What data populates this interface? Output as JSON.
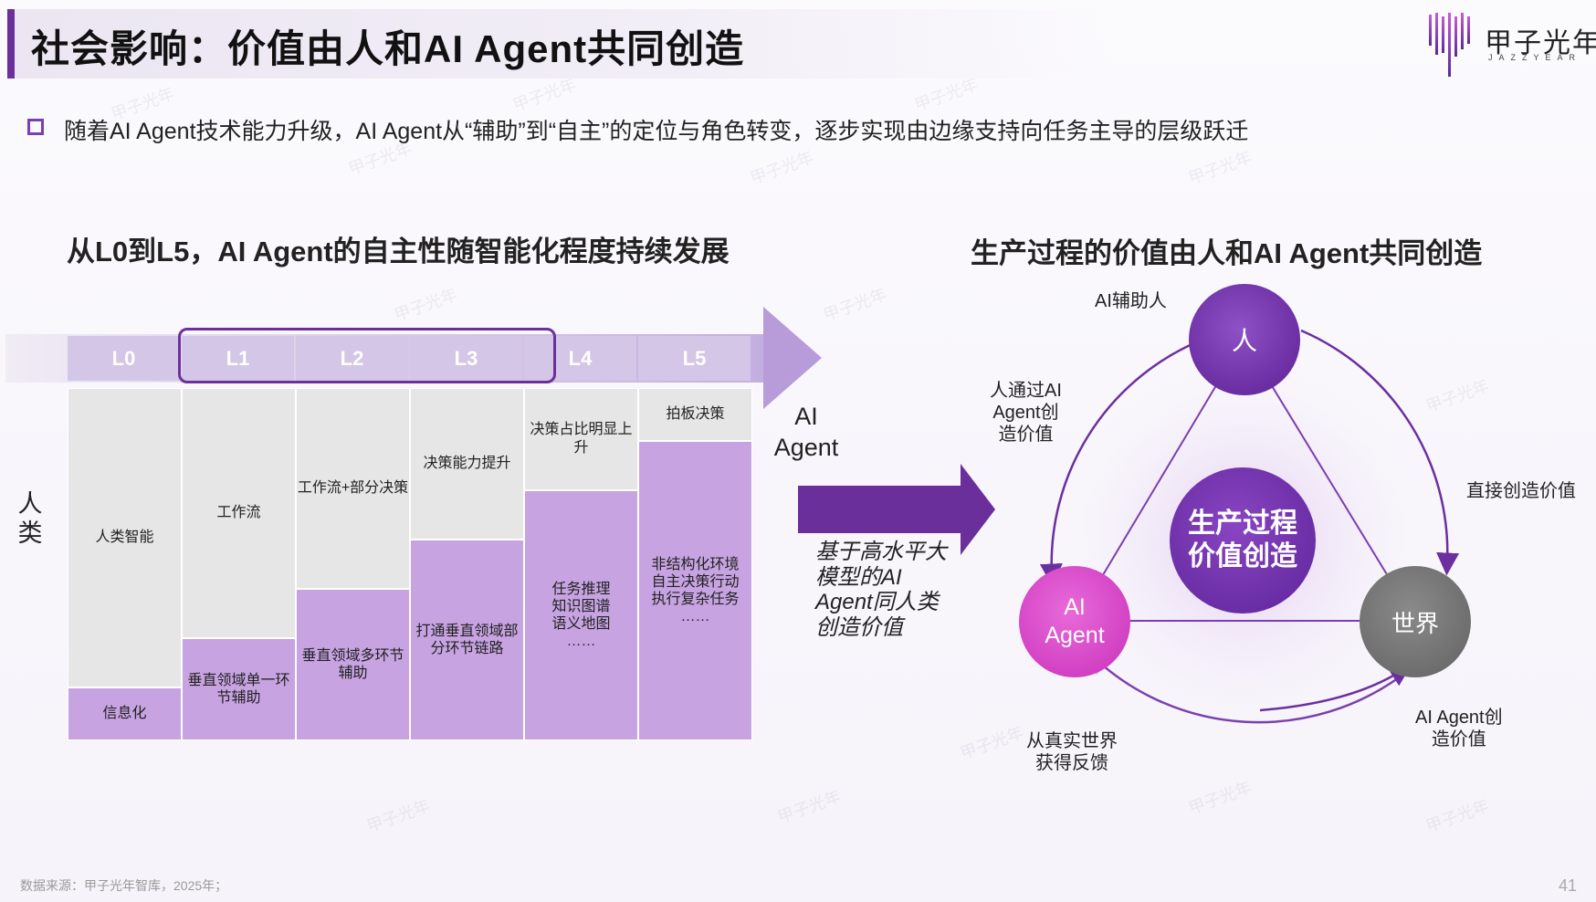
{
  "header": {
    "title": "社会影响：价值由人和AI Agent共同创造",
    "logo_text": "甲子光年",
    "logo_sub": "JAZZYEAR"
  },
  "bullet": {
    "text": "随着AI Agent技术能力升级，AI Agent从“辅助”到“自主”的定位与角色转变，逐步实现由边缘支持向任务主导的层级跃迁"
  },
  "left": {
    "subtitle": "从L0到L5，AI Agent的自主性随智能化程度持续发展",
    "levels": [
      "L0",
      "L1",
      "L2",
      "L3",
      "L4",
      "L5"
    ],
    "human_label": "人类",
    "agent_label": "AI Agent",
    "columns": [
      {
        "human": "人类智能",
        "agent": "信息化",
        "agent_share": 0.15
      },
      {
        "human": "工作流",
        "agent": "垂直领域单一环节辅助",
        "agent_share": 0.29
      },
      {
        "human": "工作流+部分决策",
        "agent": "垂直领域多环节辅助",
        "agent_share": 0.43
      },
      {
        "human": "决策能力提升",
        "agent": "打通垂直领域部分环节链路",
        "agent_share": 0.57
      },
      {
        "human": "决策占比明显上升",
        "agent": "任务推理\n知识图谱\n语义地图\n……",
        "agent_share": 0.71
      },
      {
        "human": "拍板决策",
        "agent": "非结构化环境\n自主决策行动\n执行复杂任务\n……",
        "agent_share": 0.85
      }
    ]
  },
  "middle": {
    "caption": "基于高水平大模型的AI Agent同人类创造价值"
  },
  "right": {
    "subtitle": "生产过程的价值由人和AI Agent共同创造",
    "node_human": "人",
    "node_agent": "AI Agent",
    "node_world": "世界",
    "node_center": "生产过程\n价值创造",
    "label_ai_assist": "AI辅助人",
    "label_human_via_ai": "人通过AI\nAgent创\n造价值",
    "label_direct_value": "直接创造价值",
    "label_ai_agent_create": "AI Agent创\n造价值",
    "label_feedback": "从真实世界\n获得反馈"
  },
  "footer": {
    "source": "数据来源：甲子光年智库，2025年；",
    "page_number": "41"
  },
  "colors": {
    "accent": "#6b2fa0",
    "human_bar": "#e6e6e6",
    "agent_bar": "#c7a3e1",
    "agent_node": "#cf3cc1",
    "world_node": "#6a6a6a"
  }
}
